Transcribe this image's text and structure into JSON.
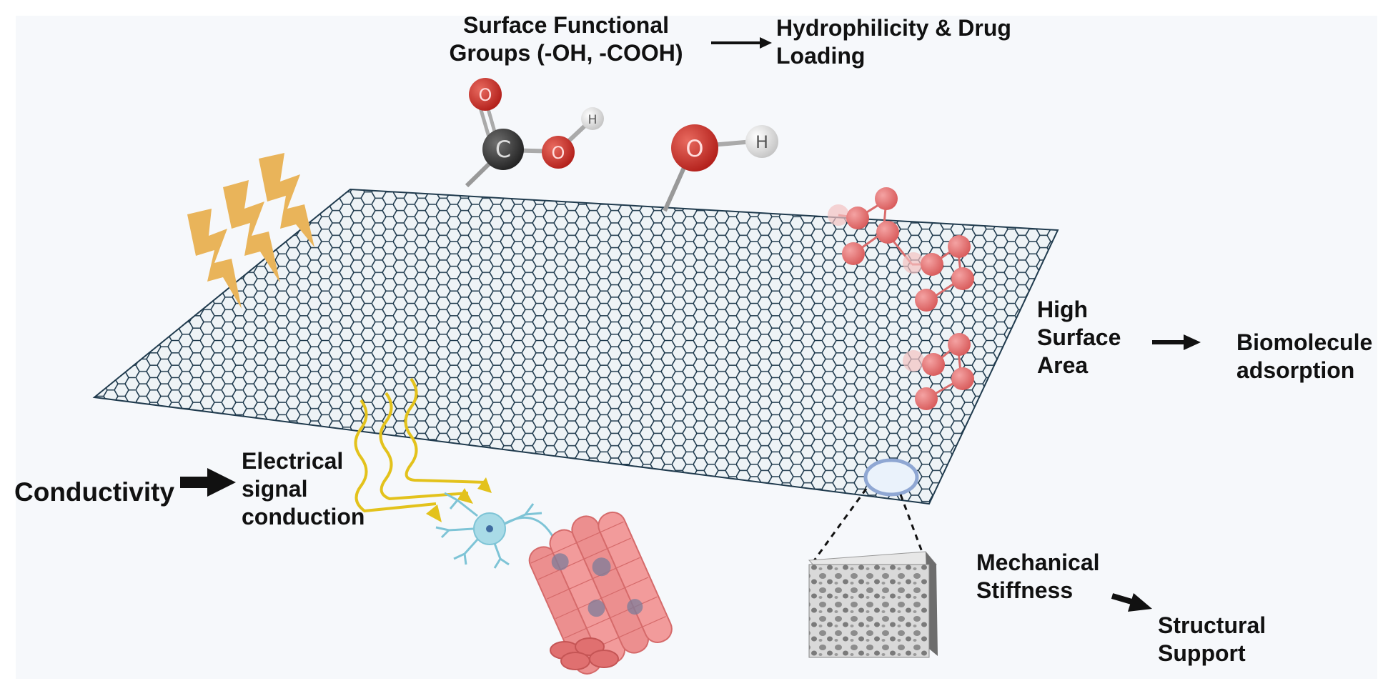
{
  "labels": {
    "surface_groups": "Surface Functional\nGroups (-OH, -COOH)",
    "hydrophilicity": "Hydrophilicity & Drug\nLoading",
    "high_surface_area": "High\nSurface\nArea",
    "biomolecule": "Biomolecule\nadsorption",
    "conductivity": "Conductivity",
    "electrical": "Electrical\nsignal\nconduction",
    "mechanical": "Mechanical\nStiffness",
    "structural": "Structural\nSupport"
  },
  "atoms": {
    "carbon": "C",
    "oxygen": "O",
    "hydrogen": "H"
  },
  "colors": {
    "mesh": "#1f3a4d",
    "oxygen": "#c0302a",
    "carbon": "#3a3a3a",
    "hydrogen": "#e6e6e6",
    "bolt": "#e9b45a",
    "wave": "#e3c21c",
    "biomolecule": "#e57878",
    "neuron": "#7ec4d6",
    "muscle": "#ec8f8f",
    "scaffold": "#b8b8b8"
  }
}
